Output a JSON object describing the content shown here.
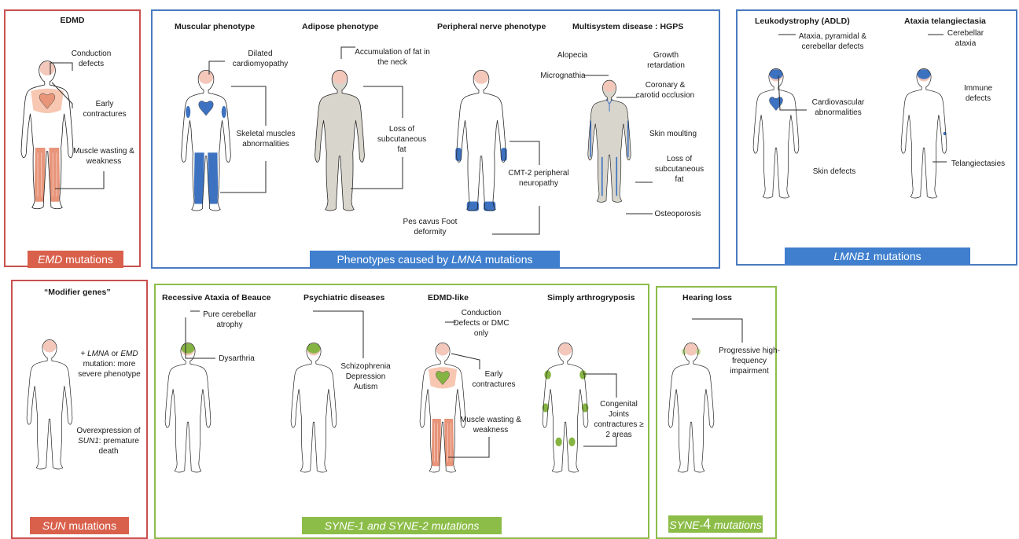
{
  "colors": {
    "red_border": "#c9504f",
    "red_tag": "#d9614c",
    "blue_border": "#4a7cc0",
    "blue_tag": "#3f7fce",
    "green_border": "#8cbd48",
    "green_tag": "#8cbd48",
    "muscle": "#e8957a",
    "blue_mark": "#3d72c0",
    "green_mark": "#86b443",
    "beige_mark": "#d8d5cc"
  },
  "emd": {
    "figure_title": "EDMD",
    "labels": [
      "Conduction defects",
      "Early contractures",
      "Muscle wasting & weakness"
    ],
    "tag_italic": "EMD",
    "tag_rest": " mutations"
  },
  "lmna": {
    "figures": [
      {
        "title": "Muscular phenotype",
        "labels": [
          "Dilated cardiomyopathy",
          "Skeletal muscles abnormalities"
        ]
      },
      {
        "title": "Adipose phenotype",
        "labels": [
          "Accumulation of fat in the neck",
          "Loss of subcutaneous fat"
        ]
      },
      {
        "title": "Peripheral nerve phenotype",
        "labels": [
          "CMT-2 peripheral neuropathy",
          "Pes cavus Foot deformity"
        ]
      },
      {
        "title": "Multisystem disease : HGPS",
        "labels": [
          "Alopecia",
          "Growth retardation",
          "Micrognathia",
          "Coronary & carotid occlusion",
          "Skin moulting",
          "Loss of subcutaneous fat",
          "Osteoporosis"
        ]
      }
    ],
    "tag_prefix": "Phenotypes caused by ",
    "tag_italic": "LMNA",
    "tag_rest": " mutations"
  },
  "lmnb1": {
    "figures": [
      {
        "title": "Leukodystrophy (ADLD)",
        "labels": [
          "Ataxia, pyramidal & cerebellar defects",
          "Cardiovascular abnormalities",
          "Skin defects"
        ]
      },
      {
        "title": "Ataxia telangiectasia",
        "labels": [
          "Cerebellar ataxia",
          "Immune defects",
          "Telangiectasies"
        ]
      }
    ],
    "tag_italic": "LMNB1",
    "tag_rest": " mutations"
  },
  "sun": {
    "figure_title": "“Modifier genes”",
    "label1_prefix": "+ ",
    "label1_italic1": "LMNA",
    "label1_mid": " or ",
    "label1_italic2": "EMD",
    "label1_rest": " mutation: more severe phenotype",
    "label2_prefix": "Overexpression of ",
    "label2_italic": "SUN1",
    "label2_rest": ": premature death",
    "tag_italic": "SUN",
    "tag_rest": " mutations"
  },
  "syne12": {
    "figures": [
      {
        "title": "Recessive Ataxia of Beauce",
        "labels": [
          "Pure cerebellar atrophy",
          "Dysarthria"
        ]
      },
      {
        "title": "Psychiatric diseases",
        "labels": [
          "Schizophrenia Depression Autism"
        ]
      },
      {
        "title": "EDMD-like",
        "labels": [
          "Conduction Defects or DMC only",
          "Early contractures",
          "Muscle wasting & weakness"
        ]
      },
      {
        "title": "Simply arthrogryposis",
        "labels": [
          "Congenital Joints contractures ≥ 2 areas"
        ]
      }
    ],
    "tag": "SYNE-1 and SYNE-2 mutations"
  },
  "syne4": {
    "figure_title": "Hearing loss",
    "labels": [
      "Progressive high-frequency impairment"
    ],
    "tag_italic1": "SYNE-",
    "tag_big": "4",
    "tag_italic2": " mutations"
  }
}
